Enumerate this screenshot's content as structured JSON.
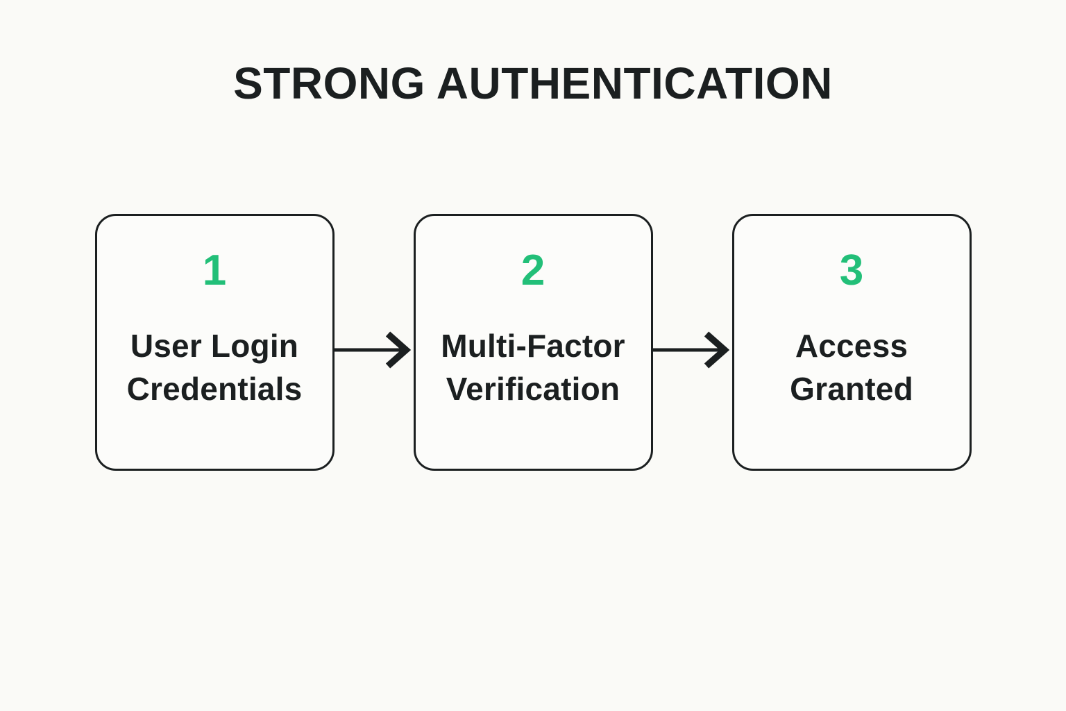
{
  "title": "STRONG AUTHENTICATION",
  "colors": {
    "background": "#FAFAF7",
    "box_bg": "#FCFCFA",
    "ink": "#1B1F20",
    "accent_green": "#22BF78"
  },
  "steps": [
    {
      "number": "1",
      "lines": [
        "User Login",
        "Credentials"
      ]
    },
    {
      "number": "2",
      "lines": [
        "Multi-Factor",
        "Verification"
      ]
    },
    {
      "number": "3",
      "lines": [
        "Access",
        "Granted"
      ]
    }
  ],
  "connectors": [
    {
      "name": "arrow-step1-to-step2",
      "direction": "right"
    },
    {
      "name": "arrow-step2-to-step3",
      "direction": "right"
    }
  ]
}
